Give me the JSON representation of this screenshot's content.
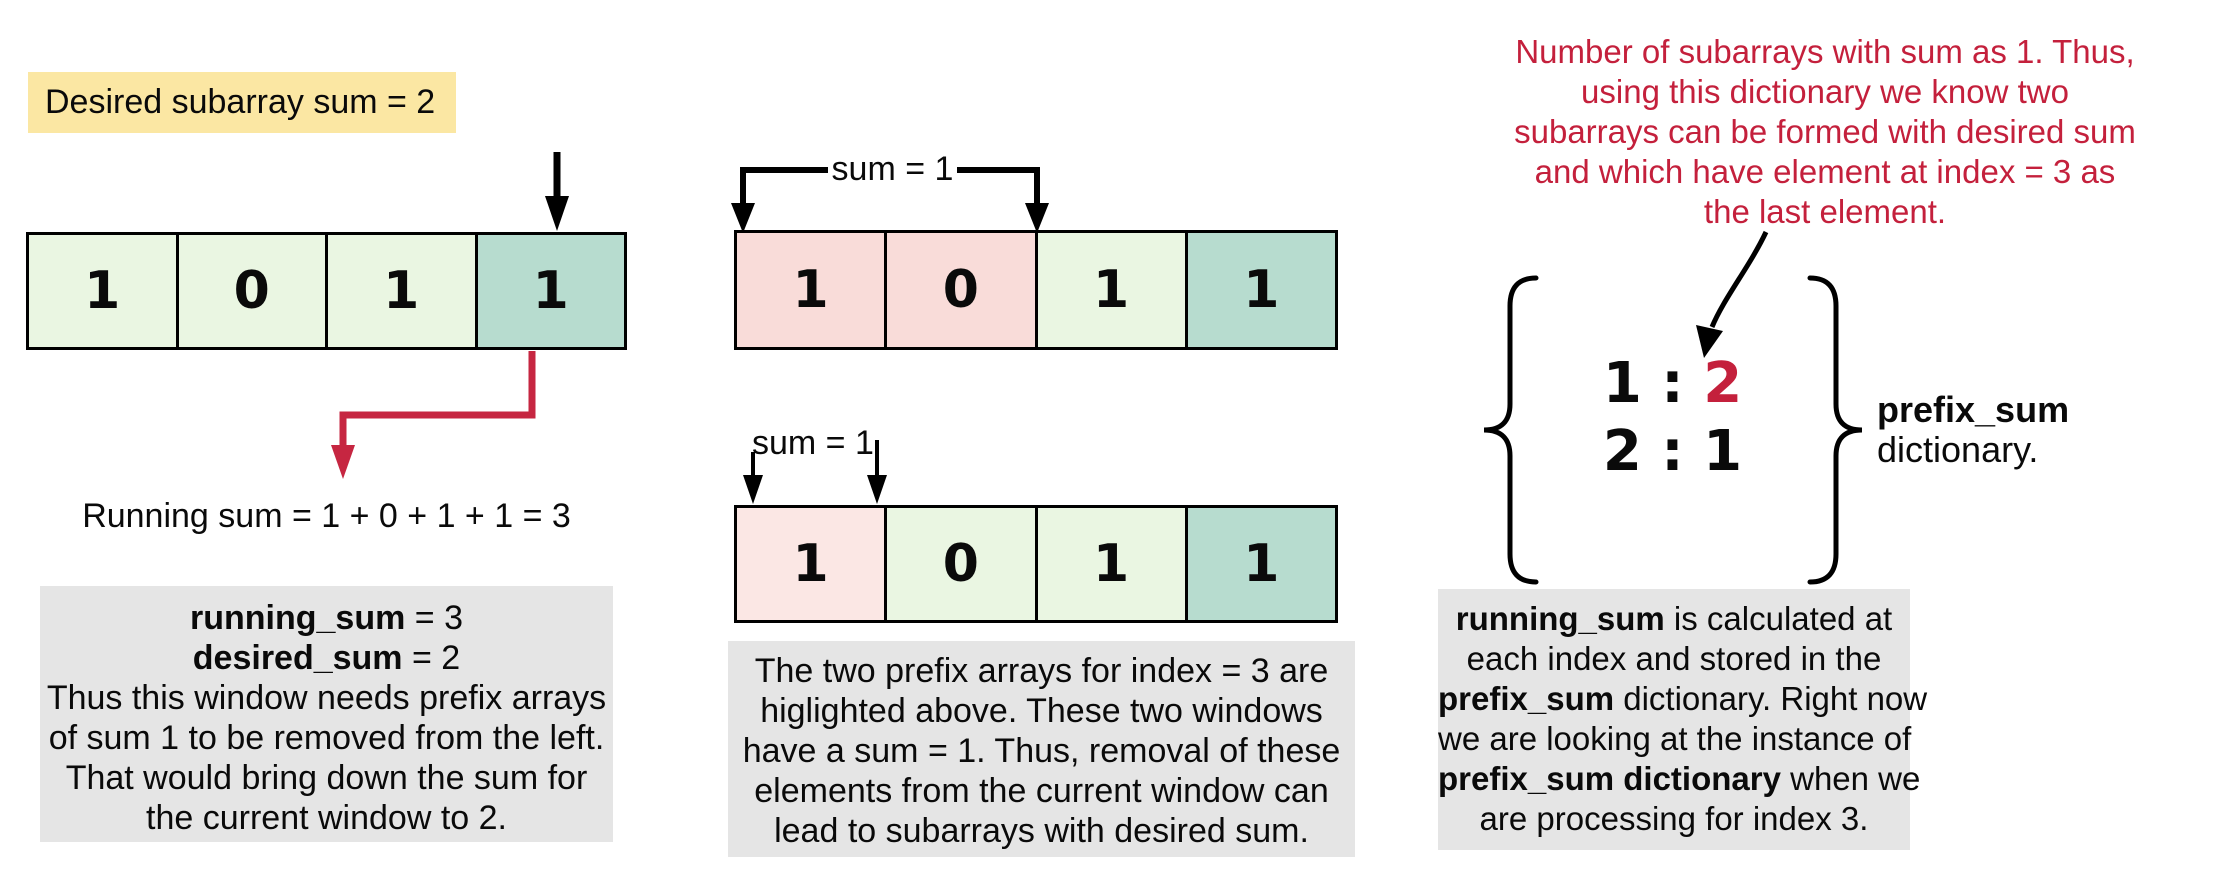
{
  "colors": {
    "yellow": "#FBE7A3",
    "green": "#EAF6E2",
    "teal": "#B7DCCF",
    "pink": "#F9DCD9",
    "pink_light": "#FBE7E4",
    "gray": "#E5E5E5",
    "red_text": "#C4203C",
    "red_arrow": "#C62641"
  },
  "left": {
    "label": "Desired subarray sum = 2",
    "array": {
      "values": [
        "1",
        "0",
        "1",
        "1"
      ]
    },
    "running_sum_line": "Running sum = 1 + 0 + 1 + 1 = 3",
    "note_lines": [
      [
        {
          "t": "running_sum",
          "b": true
        },
        {
          "t": " = 3"
        }
      ],
      [
        {
          "t": "desired_sum",
          "b": true
        },
        {
          "t": " = 2"
        }
      ],
      [
        {
          "t": "Thus this window needs prefix arrays"
        }
      ],
      [
        {
          "t": "of sum 1 to be removed from the left."
        }
      ],
      [
        {
          "t": "That would bring down the sum for"
        }
      ],
      [
        {
          "t": "the current window to 2."
        }
      ]
    ]
  },
  "middle": {
    "bracket_label": "sum = 1",
    "array1": {
      "values": [
        "1",
        "0",
        "1",
        "1"
      ]
    },
    "label2": "sum = 1",
    "array2": {
      "values": [
        "1",
        "0",
        "1",
        "1"
      ]
    },
    "note_lines": [
      [
        {
          "t": "The two prefix arrays for index = 3 are"
        }
      ],
      [
        {
          "t": "higlighted above. These two windows"
        }
      ],
      [
        {
          "t": "have a sum = 1. Thus, removal of these"
        }
      ],
      [
        {
          "t": "elements from the current window can"
        }
      ],
      [
        {
          "t": "lead to subarrays with desired sum."
        }
      ]
    ]
  },
  "right": {
    "red_note_lines": [
      [
        {
          "t": "Number of subarrays with sum as 1. Thus,"
        }
      ],
      [
        {
          "t": "using this dictionary we know two"
        }
      ],
      [
        {
          "t": "subarrays can be formed with desired sum"
        }
      ],
      [
        {
          "t": "and which have element at index = 3 as"
        }
      ],
      [
        {
          "t": "the last element."
        }
      ]
    ],
    "dict": {
      "row1": [
        {
          "t": "1 : "
        },
        {
          "t": "2",
          "c": "#C4203C"
        }
      ],
      "row2": [
        {
          "t": "2 : 1"
        }
      ]
    },
    "brace_caption_bold": "prefix_sum",
    "brace_caption_rest": "dictionary.",
    "note_lines": [
      [
        {
          "t": "running_sum",
          "b": true
        },
        {
          "t": " is calculated at"
        }
      ],
      [
        {
          "t": "each index and stored in the"
        }
      ],
      [
        {
          "t": "prefix_sum",
          "b": true
        },
        {
          "t": " dictionary. Right now"
        }
      ],
      [
        {
          "t": "we are looking at the instance of"
        }
      ],
      [
        {
          "t": "prefix_sum dictionary",
          "b": true
        },
        {
          "t": " when we"
        }
      ],
      [
        {
          "t": "are processing for index 3."
        }
      ]
    ]
  }
}
